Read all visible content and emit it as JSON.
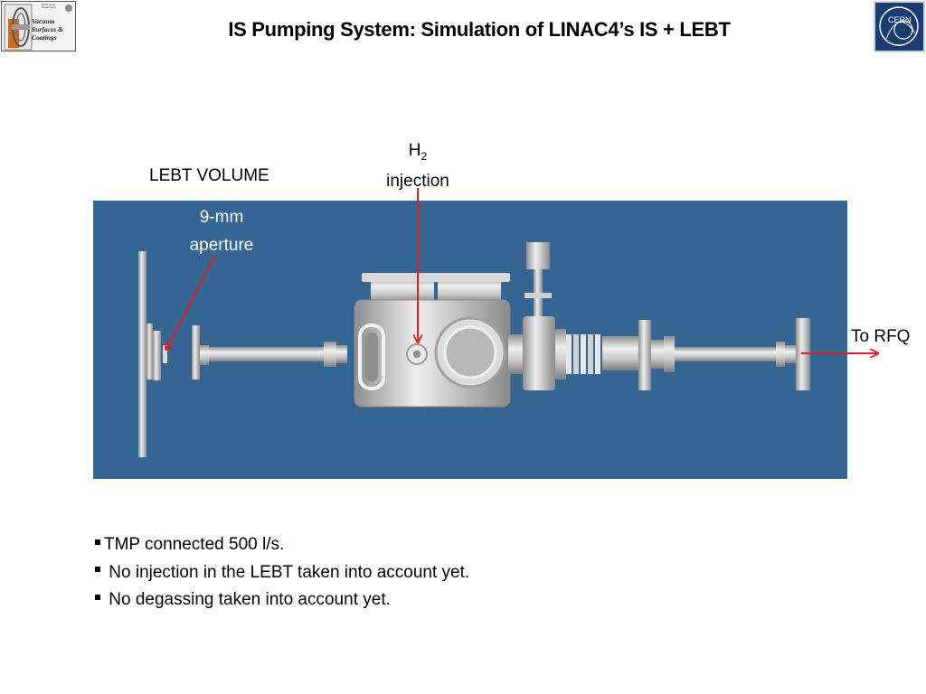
{
  "header": {
    "title": "IS Pumping System: Simulation of LINAC4’s IS + LEBT",
    "logo_left_text": "Vacuum Surfaces & Coatings",
    "logo_left_sub": "Technology Department",
    "logo_right_text": "CERN"
  },
  "diagram": {
    "labels": {
      "lebt_volume": "LEBT VOLUME",
      "h2_main": "H",
      "h2_sub": "2",
      "h2_injection": "injection",
      "aperture_line1": "9-mm",
      "aperture_line2": "aperture",
      "to_rfq": "To RFQ"
    },
    "colors": {
      "background": "#356593",
      "metal": "#c8c8c8",
      "arrow": "#e0201b"
    }
  },
  "bullets": [
    "TMP connected 500 l/s.",
    "No injection in the LEBT taken into account yet.",
    "No degassing taken into account yet."
  ]
}
